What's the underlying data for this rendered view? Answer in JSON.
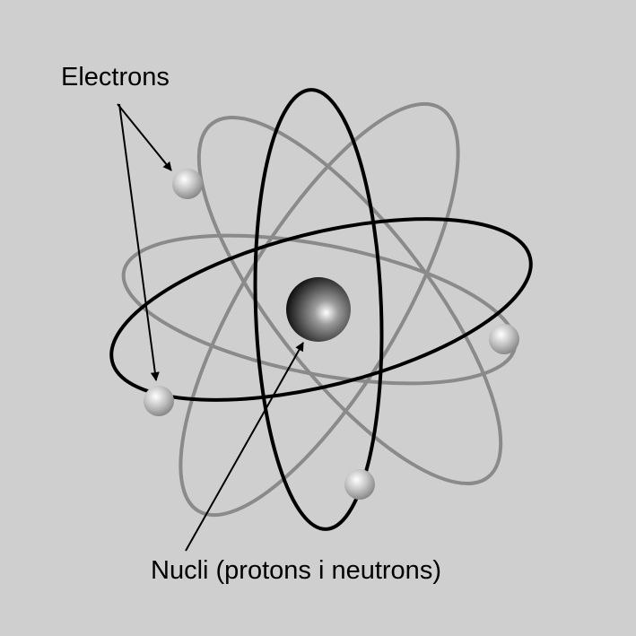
{
  "labels": {
    "electrons": "Electrons",
    "nucleus": "Nucli (protons i neutrons)"
  },
  "colors": {
    "background": "#cfcfcf",
    "gray_orbit": "#8a8a8a",
    "black_orbit": "#000000",
    "particle": "#a9a9a9",
    "nucleus": "#2b2b2b"
  },
  "counts": {
    "electrons": 4,
    "nucleus": 1
  }
}
